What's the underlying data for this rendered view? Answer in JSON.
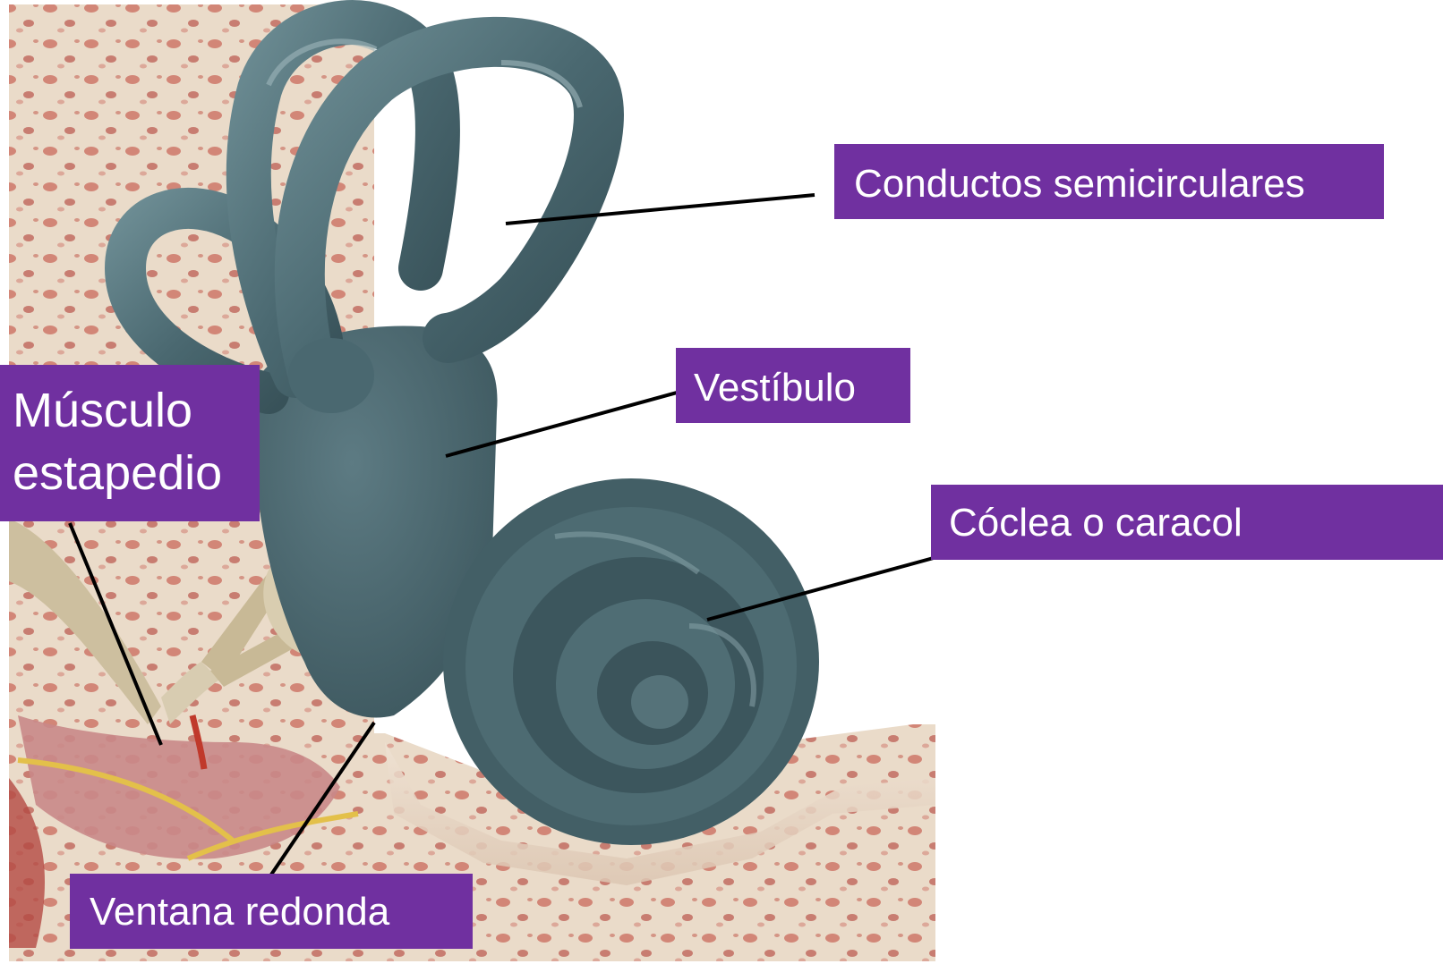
{
  "colors": {
    "label_background": "#7030a0",
    "label_text": "#ffffff",
    "leader_line": "#000000",
    "membranous_labyrinth": "#4a6870",
    "bone": "#e9d8c6",
    "bone_spots": "#c25a4e"
  },
  "labels": {
    "semicircular_canals": "Conductos semicirculares",
    "vestibule": "Vestíbulo",
    "cochlea": "Cóclea o caracol",
    "stapedius_muscle": [
      "Músculo",
      "estapedio"
    ],
    "round_window": "Ventana redonda"
  }
}
